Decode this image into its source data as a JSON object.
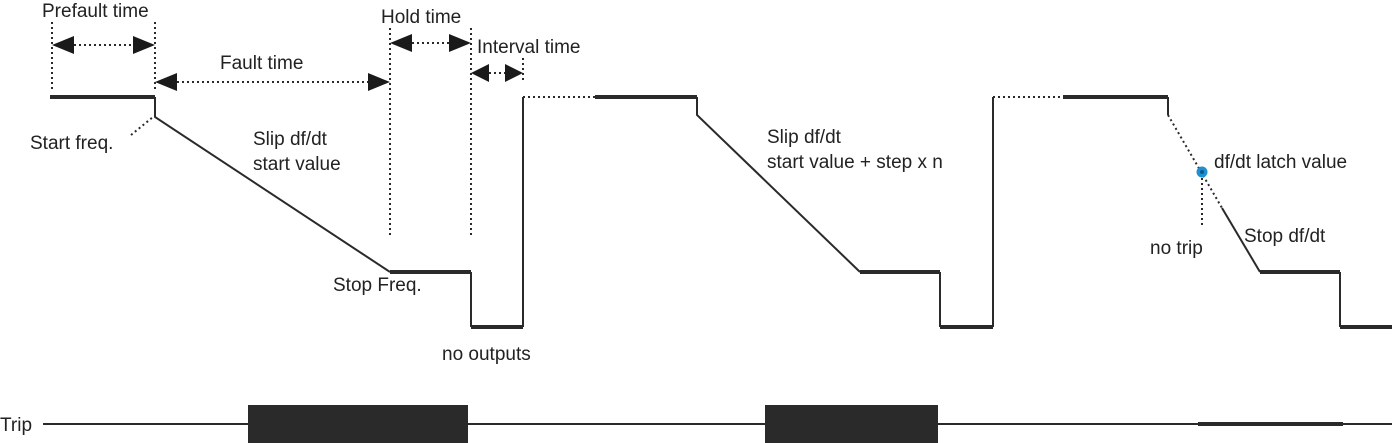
{
  "labels": {
    "prefault_time": "Prefault time",
    "fault_time": "Fault time",
    "hold_time": "Hold time",
    "interval_time": "Interval  time",
    "start_freq": "Start freq.",
    "slip_start_line1": "Slip df/dt",
    "slip_start_line2": "start value",
    "stop_freq": "Stop Freq.",
    "no_outputs": "no  outputs",
    "slip_step_line1": "Slip df/dt",
    "slip_step_line2": "start value + step x n",
    "latch_value": "df/dt latch value",
    "no_trip": "no  trip",
    "stop_dfdt": "Stop df/dt",
    "trip": "Trip"
  },
  "colors": {
    "line": "#2a2a2a",
    "text": "#222222",
    "latch_marker": "#1e90d0"
  }
}
